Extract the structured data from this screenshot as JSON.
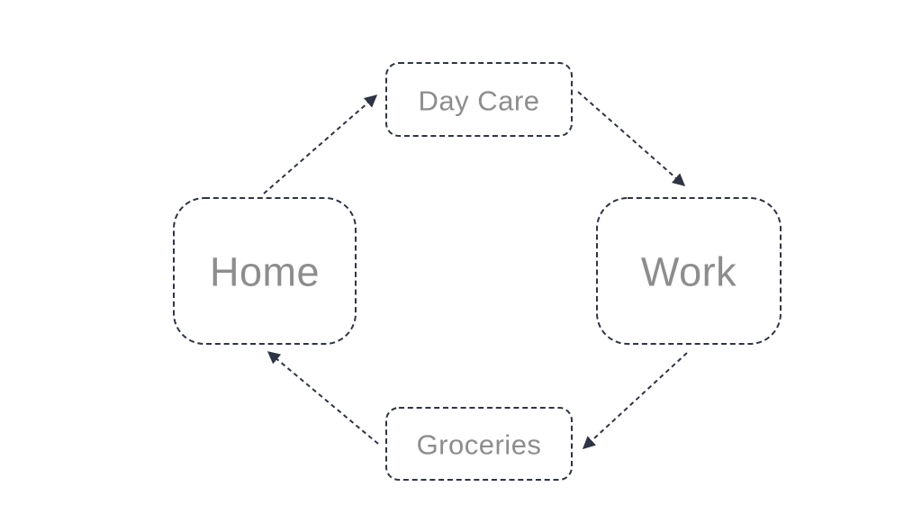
{
  "diagram": {
    "type": "cycle",
    "background": "#ffffff",
    "colors": {
      "node_border": "#2e3445",
      "arrow": "#2e3445",
      "label_text": "#8d8d8d"
    },
    "nodes": [
      {
        "id": "day-care",
        "label": "Day Care"
      },
      {
        "id": "work",
        "label": "Work"
      },
      {
        "id": "groceries",
        "label": "Groceries"
      },
      {
        "id": "home",
        "label": "Home"
      }
    ],
    "edges": [
      {
        "from": "Home",
        "to": "Day Care"
      },
      {
        "from": "Day Care",
        "to": "Work"
      },
      {
        "from": "Work",
        "to": "Groceries"
      },
      {
        "from": "Groceries",
        "to": "Home"
      }
    ]
  }
}
